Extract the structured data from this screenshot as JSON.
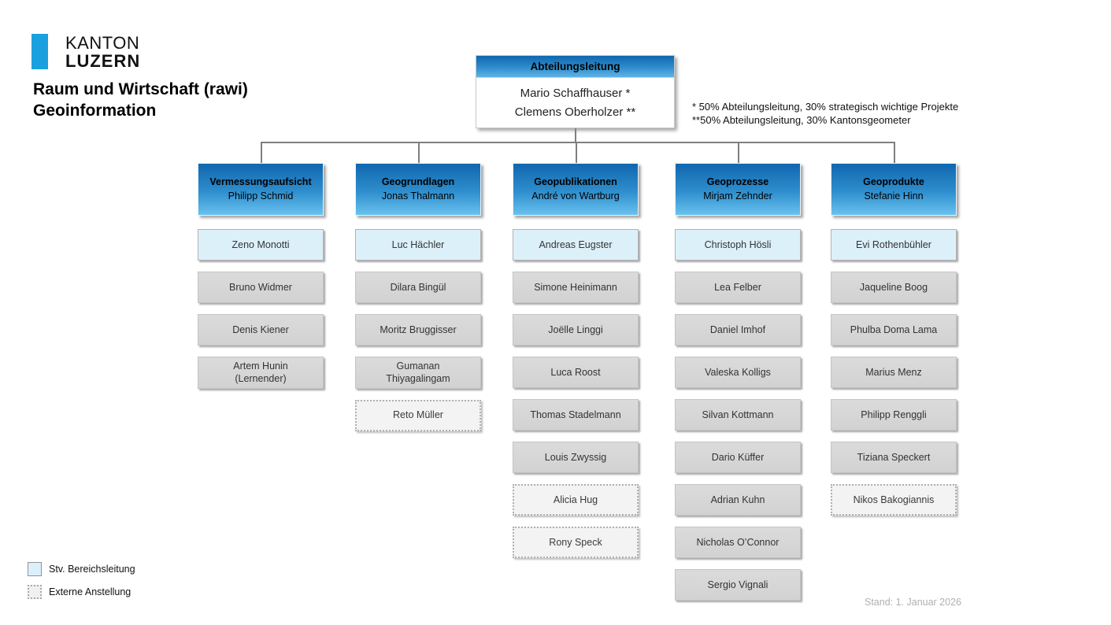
{
  "logo": {
    "line1": "KANTON",
    "line2": "LUZERN"
  },
  "title": {
    "line1": "Raum und Wirtschaft (rawi)",
    "line2": "Geoinformation"
  },
  "root": {
    "title": "Abteilungsleitung",
    "members": [
      "Mario Schaffhauser *",
      "Clemens Oberholzer **"
    ]
  },
  "footnotes": [
    "* 50% Abteilungsleitung, 30% strategisch wichtige Projekte",
    "**50% Abteilungsleitung, 30% Kantonsgeometer"
  ],
  "columns": [
    {
      "title": "Vermessungsaufsicht",
      "lead": "Philipp Schmid",
      "members": [
        {
          "name": "Zeno Monotti",
          "type": "stv"
        },
        {
          "name": "Bruno Widmer",
          "type": "normal"
        },
        {
          "name": "Denis Kiener",
          "type": "normal"
        },
        {
          "name": "Artem Hunin\n(Lernender)",
          "type": "normal"
        }
      ]
    },
    {
      "title": "Geogrundlagen",
      "lead": "Jonas Thalmann",
      "members": [
        {
          "name": "Luc Hächler",
          "type": "stv"
        },
        {
          "name": "Dilara Bingül",
          "type": "normal"
        },
        {
          "name": "Moritz Bruggisser",
          "type": "normal"
        },
        {
          "name": "Gumanan\nThiyagalingam",
          "type": "normal"
        },
        {
          "name": "Reto Müller",
          "type": "extern"
        }
      ]
    },
    {
      "title": "Geopublikationen",
      "lead": "André von Wartburg",
      "members": [
        {
          "name": "Andreas Eugster",
          "type": "stv"
        },
        {
          "name": "Simone Heinimann",
          "type": "normal"
        },
        {
          "name": "Joëlle Linggi",
          "type": "normal"
        },
        {
          "name": "Luca Roost",
          "type": "normal"
        },
        {
          "name": "Thomas Stadelmann",
          "type": "normal"
        },
        {
          "name": "Louis Zwyssig",
          "type": "normal"
        },
        {
          "name": "Alicia Hug",
          "type": "extern"
        },
        {
          "name": "Rony Speck",
          "type": "extern"
        }
      ]
    },
    {
      "title": "Geoprozesse",
      "lead": "Mirjam Zehnder",
      "members": [
        {
          "name": "Christoph Hösli",
          "type": "stv"
        },
        {
          "name": "Lea Felber",
          "type": "normal"
        },
        {
          "name": "Daniel Imhof",
          "type": "normal"
        },
        {
          "name": "Valeska Kolligs",
          "type": "normal"
        },
        {
          "name": "Silvan Kottmann",
          "type": "normal"
        },
        {
          "name": "Dario Küffer",
          "type": "normal"
        },
        {
          "name": "Adrian Kuhn",
          "type": "normal"
        },
        {
          "name": "Nicholas O’Connor",
          "type": "normal"
        },
        {
          "name": "Sergio Vignali",
          "type": "normal"
        }
      ]
    },
    {
      "title": "Geoprodukte",
      "lead": "Stefanie Hinn",
      "members": [
        {
          "name": "Evi Rothenbühler",
          "type": "stv"
        },
        {
          "name": "Jaqueline Boog",
          "type": "normal"
        },
        {
          "name": "Phulba Doma Lama",
          "type": "normal"
        },
        {
          "name": "Marius Menz",
          "type": "normal"
        },
        {
          "name": "Philipp Renggli",
          "type": "normal"
        },
        {
          "name": "Tiziana Speckert",
          "type": "normal"
        },
        {
          "name": "Nikos Bakogiannis",
          "type": "extern"
        }
      ]
    }
  ],
  "legend": [
    {
      "label": "Stv. Bereichsleitung",
      "type": "stv"
    },
    {
      "label": "Externe Anstellung",
      "type": "extern"
    }
  ],
  "status": "Stand: 1. Januar 2026",
  "colors": {
    "logo_blue": "#1BA0DF",
    "header_gradient_top": "#0F67AF",
    "header_gradient_bottom": "#69C2EF",
    "stv_fill": "#DCF0FA",
    "normal_fill": "#D6D6D6",
    "extern_fill": "#F3F3F3",
    "connector": "#7F7F7F"
  }
}
